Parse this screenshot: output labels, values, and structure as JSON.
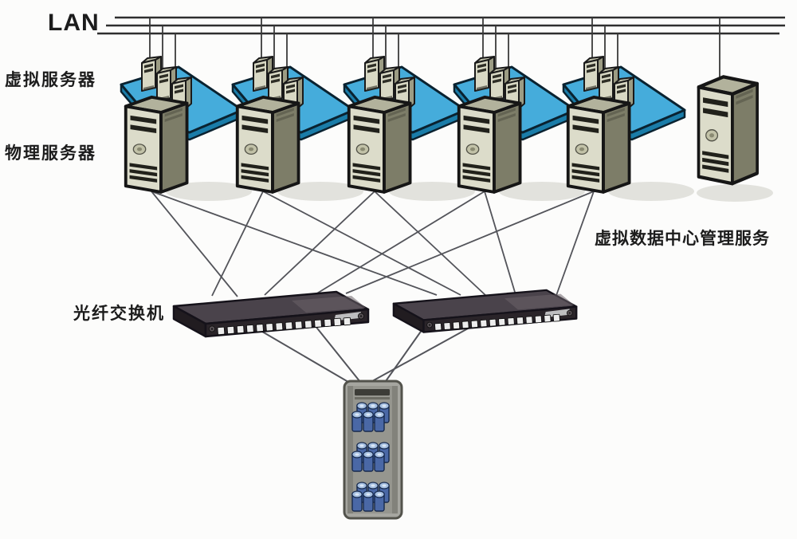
{
  "diagram": {
    "labels": {
      "lan": "LAN",
      "virtual_server": "虚拟服务器",
      "physical_server": "物理服务器",
      "management_service": "虚拟数据中心管理服务",
      "fiber_switch": "光纤交换机"
    },
    "colors": {
      "vm_platform_blue": "#45acdb",
      "vm_platform_edge": "#1a7ca8",
      "server_front": "#dcdcca",
      "server_side": "#7d7d68",
      "switch_body": "#2b2428",
      "switch_ports": "#ededed",
      "storage_body": "#a6a6a0",
      "disk_blue": "#4a68a6",
      "lan_line": "#2e2e2e",
      "link_line": "#53545a",
      "background": "#fcfcfb"
    },
    "inventory": {
      "lan_bus_lines": 3,
      "virtual_server_groups": 5,
      "vms_per_group": 3,
      "physical_servers": 5,
      "management_servers": 1,
      "fiber_switches": 2,
      "storage_arrays": 1,
      "disk_clusters_per_array": 3
    }
  }
}
